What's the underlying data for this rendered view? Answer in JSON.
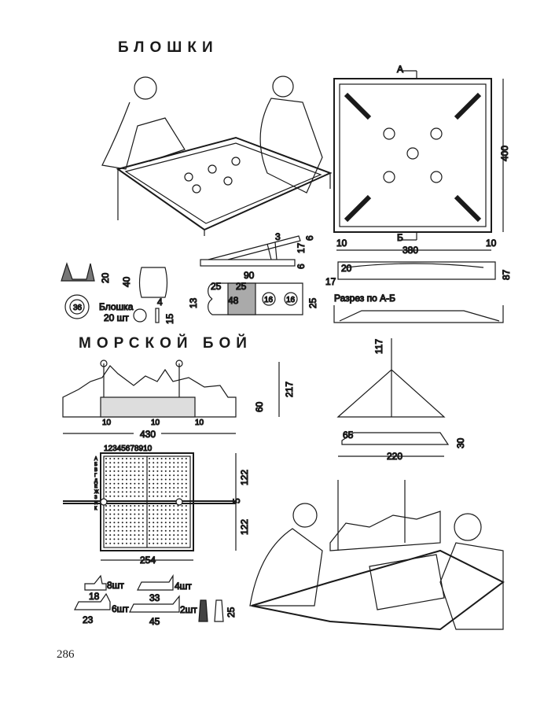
{
  "page": {
    "number": "286"
  },
  "flea_game": {
    "title": "БЛОШКИ",
    "board": {
      "arrow_a": "А",
      "arrow_b": "Б",
      "height": "400",
      "margin_left": "10",
      "width": "380",
      "margin_right": "10"
    },
    "section": {
      "label": "Разрез по А-Б",
      "rim": "20",
      "base": "17",
      "depth": "87"
    },
    "flea": {
      "label": "Блошка",
      "count": "20 шт",
      "diameter": "36",
      "thickness": "4",
      "size": "15",
      "cup_height": "20",
      "body_height": "40"
    },
    "launcher": {
      "d3": "3",
      "d6a": "6",
      "d17": "17",
      "d6b": "6",
      "length": "90",
      "seg1": "25",
      "seg2": "25",
      "slot": "48",
      "hole1": "16",
      "hole2": "16",
      "end_width": "13",
      "width": "25"
    }
  },
  "sea_battle": {
    "title": "МОРСКОЙ БОЙ",
    "ship": {
      "height": "217",
      "base_height": "60",
      "length": "430",
      "gap1": "10",
      "gap2": "10",
      "gap3": "10"
    },
    "stand": {
      "height": "117",
      "offset": "65",
      "width": "220",
      "thickness": "30"
    },
    "grid": {
      "columns": "12345678910",
      "rows": [
        "А",
        "Б",
        "В",
        "Г",
        "Д",
        "Е",
        "Ж",
        "З",
        "И",
        "К"
      ],
      "half_height_top": "122",
      "gap": "5",
      "half_height_bottom": "122",
      "width": "254"
    },
    "pieces": [
      {
        "count": "8шт",
        "size": "18"
      },
      {
        "count": "6шт",
        "size": "23"
      },
      {
        "count": "4шт",
        "size": "33"
      },
      {
        "count": "2шт",
        "size": "45"
      },
      {
        "peg_height": "25"
      }
    ]
  }
}
